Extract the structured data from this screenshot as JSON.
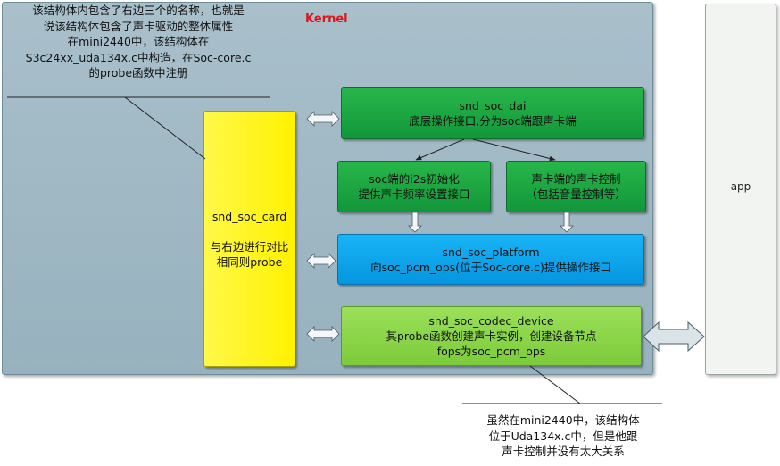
{
  "kernel": {
    "label": "Kernel"
  },
  "app": {
    "label": "app"
  },
  "card": {
    "lines": [
      "snd_soc_card",
      "与右边进行对比",
      "相同则probe"
    ]
  },
  "dai": {
    "lines": [
      "snd_soc_dai",
      "底层操作接口,分为soc端跟声卡端"
    ]
  },
  "soc_i2s": {
    "lines": [
      "soc端的i2s初始化",
      "提供声卡频率设置接口"
    ]
  },
  "codec_control": {
    "lines": [
      "声卡端的声卡控制",
      "（包括音量控制等）"
    ]
  },
  "platform": {
    "lines": [
      "snd_soc_platform",
      "向soc_pcm_ops(位于Soc-core.c)提供操作接口"
    ]
  },
  "codec_device": {
    "lines": [
      "snd_soc_codec_device",
      "其probe函数创建声卡实例，创建设备节点",
      "fops为soc_pcm_ops"
    ]
  },
  "note_top": {
    "lines": [
      "该结构体内包含了右边三个的名称，也就是",
      "说该结构体包含了声卡驱动的整体属性",
      "在mini2440中，该结构体在",
      "S3c24xx_uda134x.c中构造，在Soc-core.c",
      "的probe函数中注册"
    ]
  },
  "note_bottom": {
    "lines": [
      "虽然在mini2440中，该结构体",
      "位于Uda134x.c中，但是他跟",
      "声卡控制并没有太大关系"
    ]
  },
  "colors": {
    "kernel_bg": "#9fb7c3",
    "card": "#fff200",
    "green_box": "#1aa540",
    "platform": "#0ea5ee",
    "codec": "#8cd64a",
    "kernel_label": "#e0141c"
  }
}
